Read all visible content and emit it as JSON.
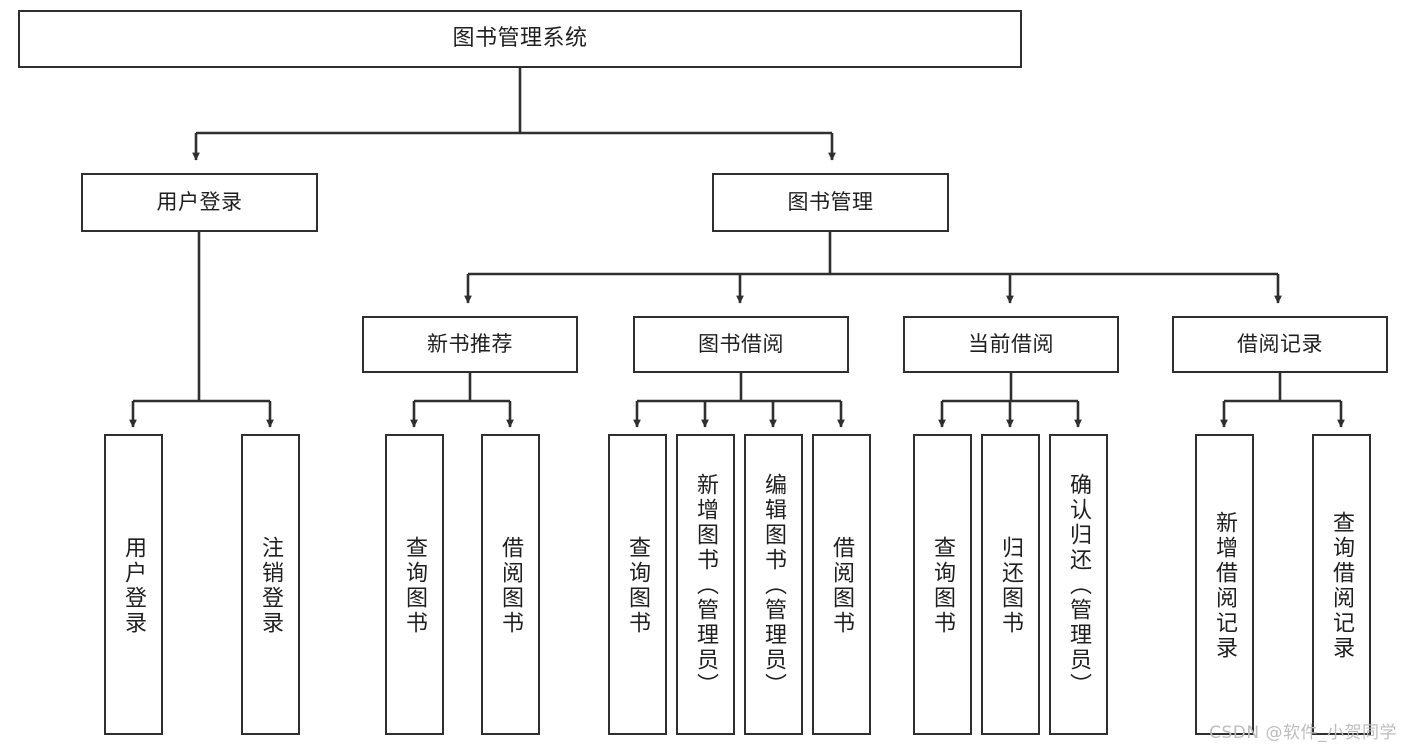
{
  "diagram": {
    "title": "图书管理系统",
    "type": "tree-hierarchy-chart",
    "stroke_color": "#2f2f2f",
    "fill_color": "#ffffff",
    "text_color": "#1f1f1f"
  },
  "nodes": {
    "root": {
      "label": "图书管理系统"
    },
    "level2": [
      {
        "label": "用户登录"
      },
      {
        "label": "图书管理"
      }
    ],
    "level3": [
      {
        "label": "新书推荐"
      },
      {
        "label": "图书借阅"
      },
      {
        "label": "当前借阅"
      },
      {
        "label": "借阅记录"
      }
    ],
    "leaves": {
      "user_login": [
        {
          "label": "用户登录"
        },
        {
          "label": "注销登录"
        }
      ],
      "new_book_recommend": [
        {
          "label": "查询图书"
        },
        {
          "label": "借阅图书"
        }
      ],
      "book_borrow": [
        {
          "label": "查询图书"
        },
        {
          "label": "新增图书（管理员）"
        },
        {
          "label": "编辑图书（管理员）"
        },
        {
          "label": "借阅图书"
        }
      ],
      "current_borrow": [
        {
          "label": "查询图书"
        },
        {
          "label": "归还图书"
        },
        {
          "label": "确认归还（管理员）"
        }
      ],
      "borrow_record": [
        {
          "label": "新增借阅记录"
        },
        {
          "label": "查询借阅记录"
        }
      ]
    }
  },
  "watermark": {
    "text": "CSDN @软件_小贺同学"
  }
}
